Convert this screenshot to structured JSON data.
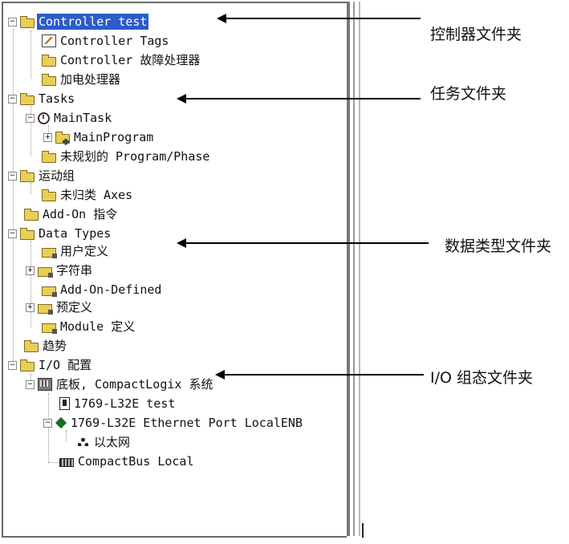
{
  "tree": {
    "controller": "Controller test",
    "controller_tags": "Controller Tags",
    "fault_handler": "Controller 故障处理器",
    "powerup_handler": "加电处理器",
    "tasks": "Tasks",
    "main_task": "MainTask",
    "main_program": "MainProgram",
    "unscheduled": "未规划的 Program/Phase",
    "motion_groups": "运动组",
    "ungrouped_axes": "未归类 Axes",
    "addon_instructions": "Add-On 指令",
    "data_types": "Data Types",
    "user_defined": "用户定义",
    "strings": "字符串",
    "addon_defined": "Add-On-Defined",
    "predefined": "预定义",
    "module_defined": "Module 定义",
    "trends": "趋势",
    "io_config": "I/O 配置",
    "backplane": "底板, CompactLogix 系统",
    "controller_module": "1769-L32E test",
    "ethernet_port": "1769-L32E Ethernet Port LocalENB",
    "ethernet_network": "以太网",
    "compact_bus": "CompactBus Local"
  },
  "annotations": {
    "controller_folder": "控制器文件夹",
    "tasks_folder": "任务文件夹",
    "data_types_folder": "数据类型文件夹",
    "io_folder": "I/O 组态文件夹"
  },
  "colors": {
    "selection": "#2b5cc8",
    "folder": "#e8cf57",
    "splitter": "#777777"
  }
}
